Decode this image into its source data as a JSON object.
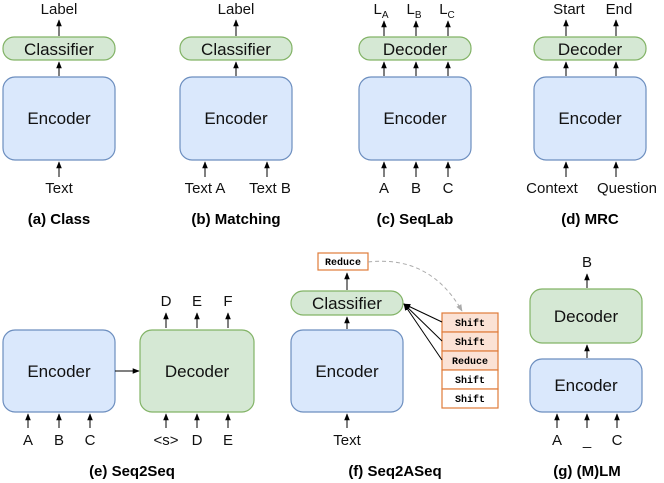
{
  "panels": {
    "a": {
      "caption": "(a) Class",
      "encoder": "Encoder",
      "head": "Classifier",
      "outputs": [
        "Label"
      ],
      "inputs": [
        "Text"
      ]
    },
    "b": {
      "caption": "(b) Matching",
      "encoder": "Encoder",
      "head": "Classifier",
      "outputs": [
        "Label"
      ],
      "inputs": [
        "Text A",
        "Text B"
      ]
    },
    "c": {
      "caption": "(c) SeqLab",
      "encoder": "Encoder",
      "head": "Decoder",
      "outputs": [
        {
          "base": "L",
          "sub": "A"
        },
        {
          "base": "L",
          "sub": "B"
        },
        {
          "base": "L",
          "sub": "C"
        }
      ],
      "inputs": [
        "A",
        "B",
        "C"
      ]
    },
    "d": {
      "caption": "(d) MRC",
      "encoder": "Encoder",
      "head": "Decoder",
      "outputs": [
        "Start",
        "End"
      ],
      "inputs": [
        "Context",
        "Question"
      ]
    },
    "e": {
      "caption": "(e) Seq2Seq",
      "encoder": "Encoder",
      "decoder": "Decoder",
      "outputs": [
        "D",
        "E",
        "F"
      ],
      "encoder_inputs": [
        "A",
        "B",
        "C"
      ],
      "decoder_inputs": [
        "<s>",
        "D",
        "E"
      ]
    },
    "f": {
      "caption": "(f) Seq2ASeq",
      "encoder": "Encoder",
      "head": "Classifier",
      "action": "Reduce",
      "inputs": [
        "Text"
      ],
      "stack": [
        "Shift",
        "Shift",
        "Reduce",
        "Shift",
        "Shift"
      ]
    },
    "g": {
      "caption": "(g) (M)LM",
      "encoder": "Encoder",
      "decoder": "Decoder",
      "outputs": [
        "B"
      ],
      "inputs": [
        "A",
        "_",
        "C"
      ]
    }
  },
  "colors": {
    "encoder_fill": "#dae8fc",
    "encoder_stroke": "#6c8ebf",
    "head_fill": "#d5e8d4",
    "head_stroke": "#82b366",
    "action_fill": "#fbe2d5",
    "action_stroke": "#e07b39"
  }
}
